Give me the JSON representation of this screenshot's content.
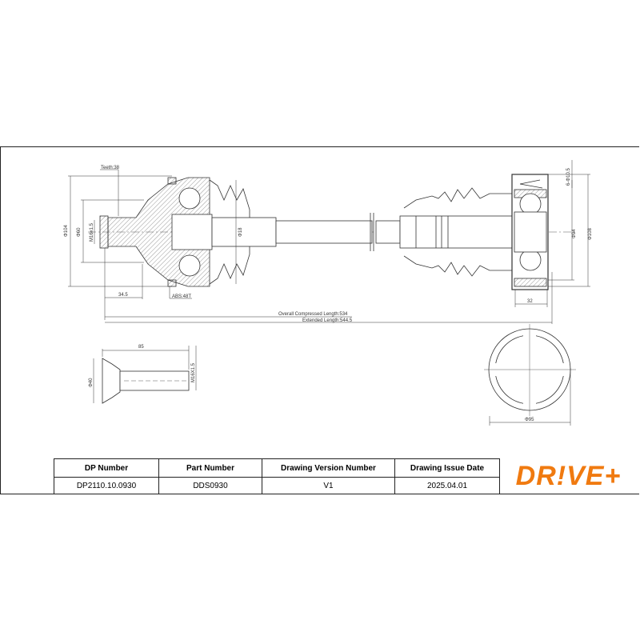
{
  "drawing": {
    "teeth": "Teeth:38",
    "d_outer_left": "Φ104",
    "d_flange_left": "Φ60",
    "thread_left": "M16x1.5",
    "d_shaft": "Φ18",
    "offset": "34.5",
    "abs": "ABS:48T",
    "overall_length": "Overall Compressed Length:534",
    "extended_length": "Extended Length:544.5",
    "bolt_holes": "6-Φ10.5",
    "d_inner_right": "Φ94",
    "d_outer_right": "Φ108",
    "width_right": "32",
    "bolt_length": "85",
    "bolt_thread": "M16X1.5",
    "bolt_head_d": "Φ40",
    "spline_d": "Φ95"
  },
  "table": {
    "headers": [
      "DP Number",
      "Part Number",
      "Drawing Version Number",
      "Drawing Issue Date"
    ],
    "values": [
      "DP2110.10.0930",
      "DDS0930",
      "V1",
      "2025.04.01"
    ]
  },
  "logo": "DR!VE+",
  "colors": {
    "brand": "#f07a10"
  }
}
